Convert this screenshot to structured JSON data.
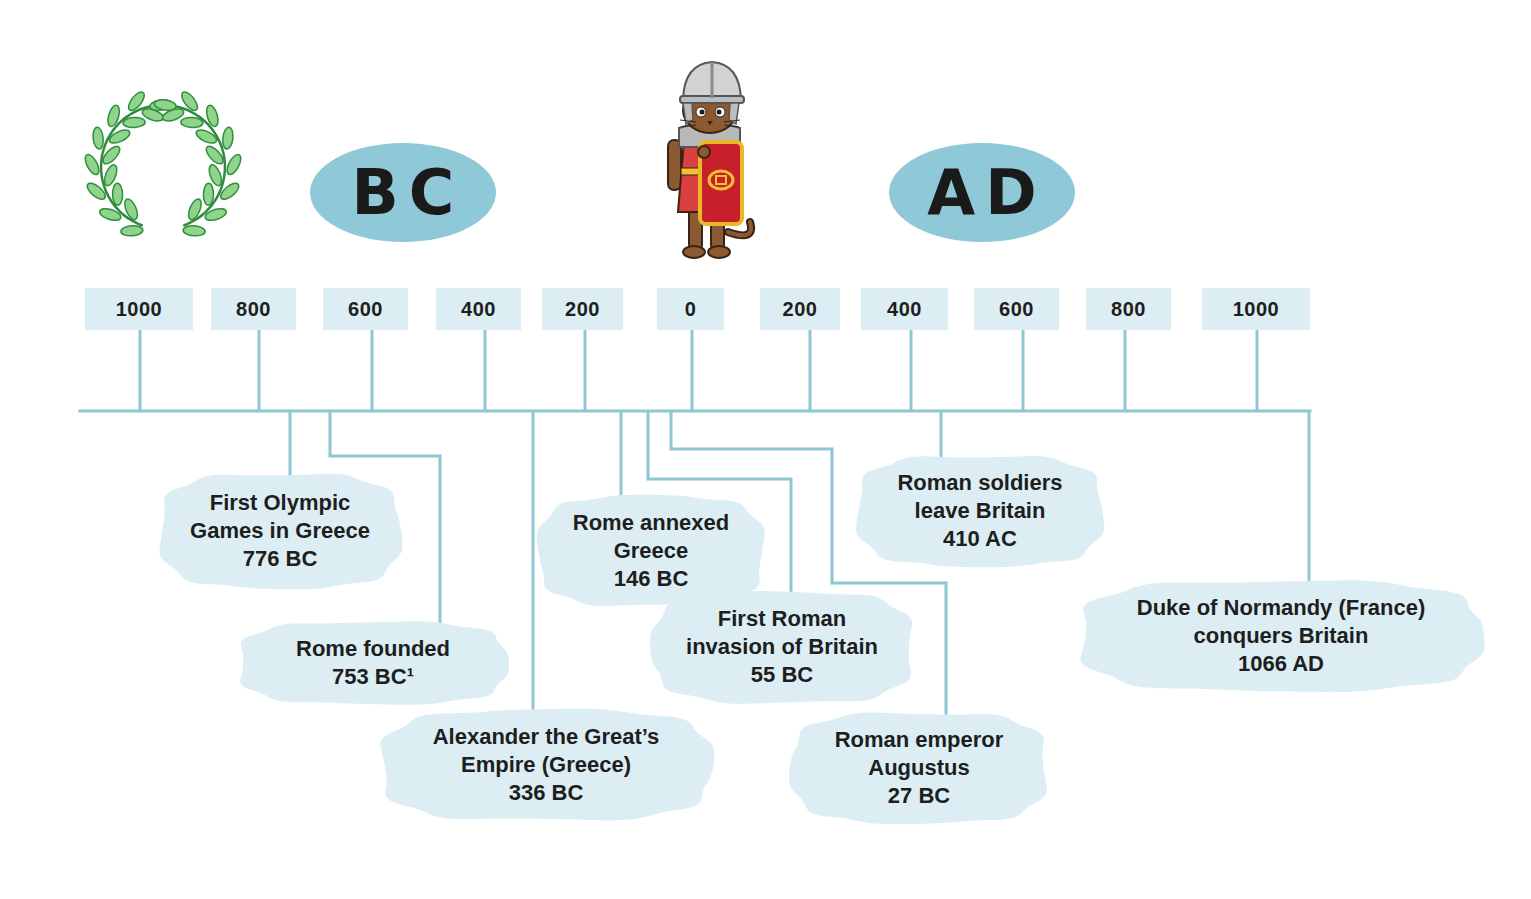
{
  "diagram": {
    "nodes": [
      {
        "text": [
          "BC"
        ]
      },
      {
        "text": [
          "AD"
        ]
      },
      {
        "text": [
          "1000"
        ]
      },
      {
        "text": [
          "800"
        ]
      },
      {
        "text": [
          "600"
        ]
      },
      {
        "text": [
          "400"
        ]
      },
      {
        "text": [
          "200"
        ]
      },
      {
        "text": [
          "0"
        ]
      },
      {
        "text": [
          "200"
        ]
      },
      {
        "text": [
          "400"
        ]
      },
      {
        "text": [
          "600"
        ]
      },
      {
        "text": [
          "800"
        ]
      },
      {
        "text": [
          "1000"
        ]
      },
      {
        "text": [
          "First Olympic Games in Greece",
          "776 BC"
        ]
      },
      {
        "text": [
          "Rome founded",
          "753 BC¹"
        ]
      },
      {
        "text": [
          "Alexander the Great’s Empire (Greece)",
          "336 BC"
        ]
      },
      {
        "text": [
          "Rome annexed Greece",
          "146 BC"
        ]
      },
      {
        "text": [
          "First Roman invasion of Britain",
          "55 BC"
        ]
      },
      {
        "text": [
          "Roman emperor Augustus",
          "27 BC"
        ]
      },
      {
        "text": [
          "Roman soldiers leave Britain",
          "410 AC"
        ]
      },
      {
        "text": [
          "Duke of Normandy (France) conquers Britain",
          "1066 AD"
        ]
      }
    ]
  }
}
